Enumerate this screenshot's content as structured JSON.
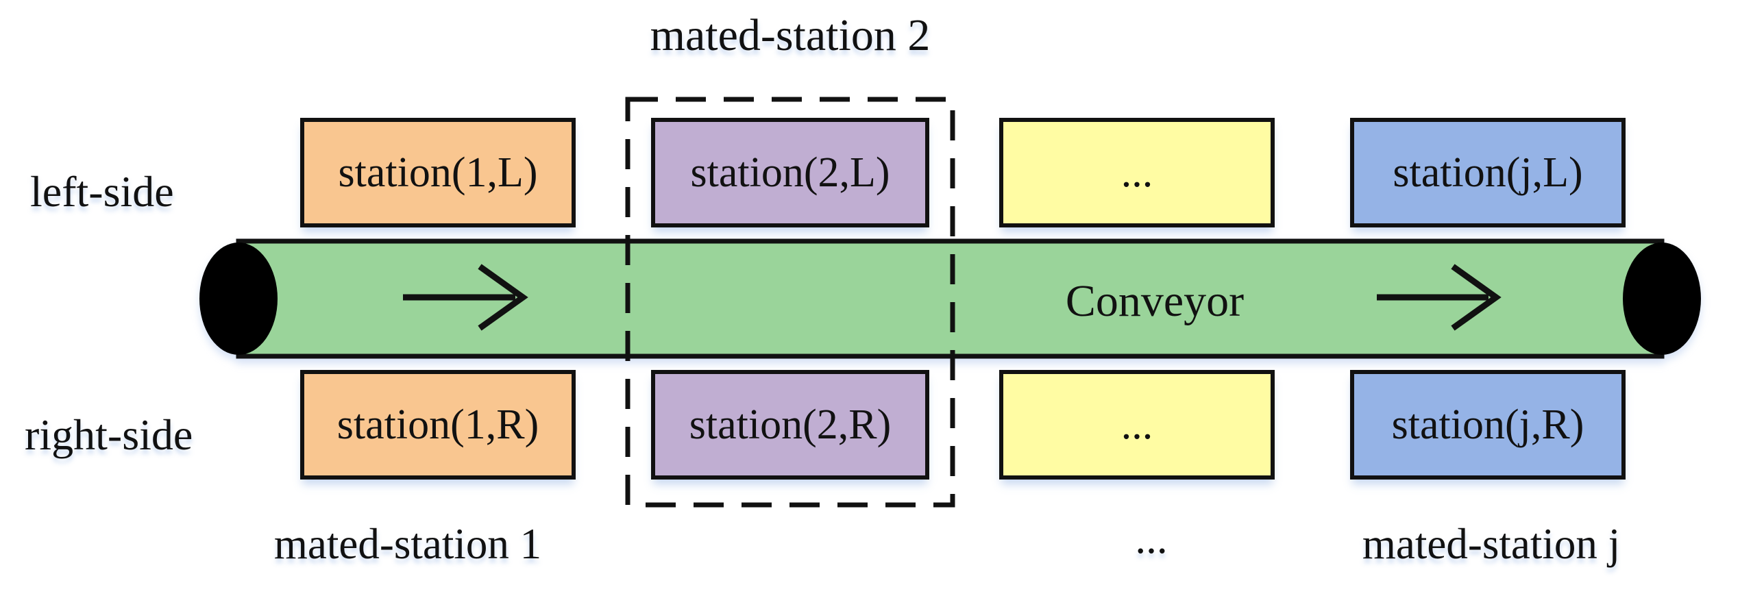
{
  "figure": {
    "title": "mated-station 2",
    "side_labels": {
      "left": "left-side",
      "right": "right-side"
    },
    "conveyor": {
      "label": "Conveyor"
    },
    "bottom_labels": {
      "mated_station_1": "mated-station 1",
      "ellipsis": "...",
      "mated_station_j": "mated-station j"
    }
  },
  "stations": {
    "left": [
      {
        "label": "station(1,L)",
        "color": "#F9C690"
      },
      {
        "label": "station(2,L)",
        "color": "#C0AED2"
      },
      {
        "label": "...",
        "color": "#FFFCA3"
      },
      {
        "label": "station(j,L)",
        "color": "#95B3E6"
      }
    ],
    "right": [
      {
        "label": "station(1,R)",
        "color": "#F9C690"
      },
      {
        "label": "station(2,R)",
        "color": "#C0AED2"
      },
      {
        "label": "...",
        "color": "#FFFCA3"
      },
      {
        "label": "station(j,R)",
        "color": "#95B3E6"
      }
    ]
  },
  "colors": {
    "conveyor_green": "#9AD49A",
    "roller_black": "#000000",
    "outline": "#111111",
    "background": "#FFFFFF"
  }
}
